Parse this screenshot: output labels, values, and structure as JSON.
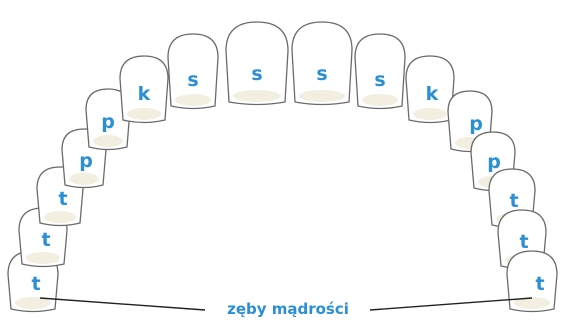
{
  "teeth": [
    {
      "label": "t"
    },
    {
      "label": "t"
    },
    {
      "label": "t"
    },
    {
      "label": "p"
    },
    {
      "label": "p"
    },
    {
      "label": "k"
    },
    {
      "label": "s"
    },
    {
      "label": "s"
    },
    {
      "label": "s"
    },
    {
      "label": "s"
    },
    {
      "label": "k"
    },
    {
      "label": "p"
    },
    {
      "label": "p"
    },
    {
      "label": "t"
    },
    {
      "label": "t"
    },
    {
      "label": "t"
    }
  ],
  "caption": "zęby mądrości",
  "colors": {
    "label": "#2a8fd4",
    "outline": "#6a6a6a",
    "base": "#f2efe0"
  }
}
